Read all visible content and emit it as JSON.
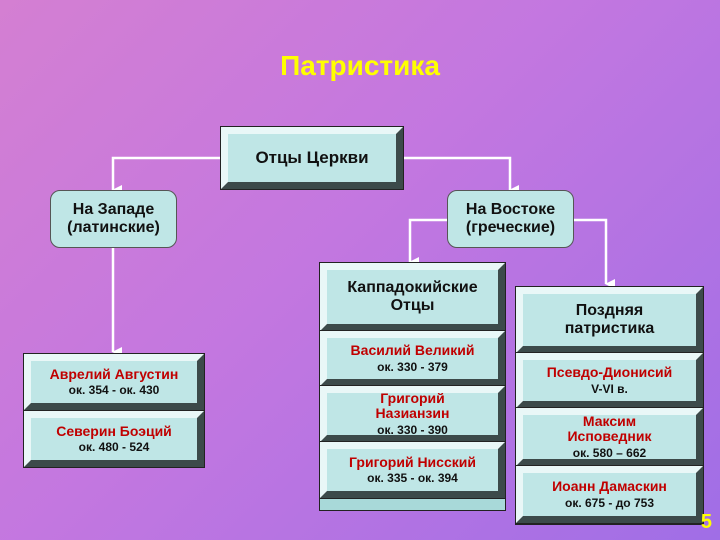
{
  "title": "Патристика",
  "root": {
    "label": "Отцы Церкви"
  },
  "west": {
    "label": "На Западе (латинские)",
    "fathers": [
      {
        "name": "Аврелий Августин",
        "years": "ок. 354 - ок. 430"
      },
      {
        "name": "Северин Боэций",
        "years": "ок. 480 - 524"
      }
    ]
  },
  "east": {
    "label": "На Востоке (греческие)",
    "cappadocian": {
      "label": "Каппадокийские Отцы",
      "fathers": [
        {
          "name": "Василий Великий",
          "years": "ок. 330 - 379"
        },
        {
          "name": "Григорий Назианзин",
          "years": "ок. 330 - 390"
        },
        {
          "name": "Григорий Нисский",
          "years": "ок. 335 - ок. 394"
        }
      ]
    },
    "late": {
      "label": "Поздняя патристика",
      "fathers": [
        {
          "name": "Псевдо-Дионисий",
          "years": "V-VI в."
        },
        {
          "name": "Максим Исповедник",
          "years": "ок. 580 – 662"
        },
        {
          "name": "Иоанн Дамаскин",
          "years": "ок. 675 - до 753"
        }
      ]
    }
  },
  "page_number": "5",
  "colors": {
    "title": "#ffff00",
    "box": "#bfe6e6",
    "name_text": "#c00000",
    "connector": "#ffffff"
  }
}
